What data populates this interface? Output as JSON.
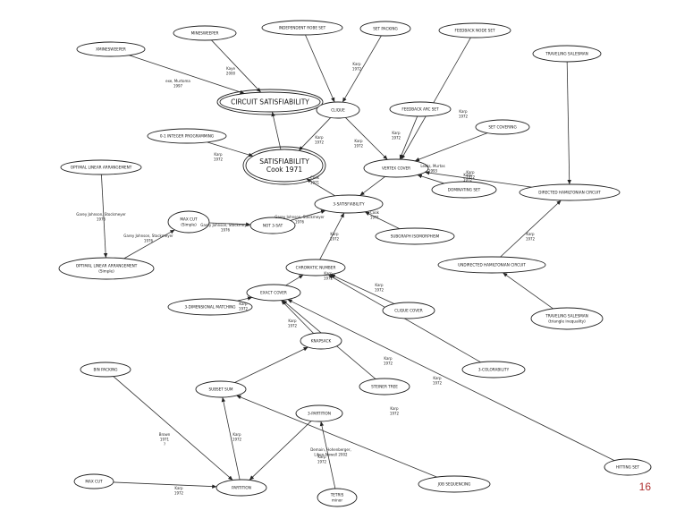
{
  "slide": {
    "number": "16"
  },
  "diagram": {
    "nodes": [
      {
        "id": "xmines",
        "label": "XMINESWEEPER"
      },
      {
        "id": "minesweeper",
        "label": "MINESWEEPER"
      },
      {
        "id": "indset",
        "label": "INDEPENDENT ROBE SET"
      },
      {
        "id": "setpacking",
        "label": "SET PACKING"
      },
      {
        "id": "feedbacknode",
        "label": "FEEDBACK NODE SET"
      },
      {
        "id": "travelling",
        "label": "TRAVELING SALESMAN"
      },
      {
        "id": "circuitsat",
        "label": "CIRCUIT SATISFIABILITY"
      },
      {
        "id": "clique",
        "label": "CLIQUE"
      },
      {
        "id": "feedbackarc",
        "label": "FEEDBACK ARC SET"
      },
      {
        "id": "setcovering",
        "label": "SET COVERING"
      },
      {
        "id": "ilp",
        "label": "0-1 INTEGER PROGRAMMING"
      },
      {
        "id": "sat",
        "label": "SATISFIABILITY",
        "sub": "Cook 1971"
      },
      {
        "id": "vertexcover",
        "label": "VERTEX COVER"
      },
      {
        "id": "optlin",
        "label": "OPTIMAL LINEAR ARRANGEMENT"
      },
      {
        "id": "dominating",
        "label": "DOMINATING SET"
      },
      {
        "id": "dirham",
        "label": "DIRECTED HAMILTONIAN CIRCUIT"
      },
      {
        "id": "3sat",
        "label": "3-SATISFIABILITY"
      },
      {
        "id": "maxcut",
        "label": "MAX CUT",
        "sub": "(Simple)"
      },
      {
        "id": "notsat",
        "label": "NOT 3-SAT"
      },
      {
        "id": "subgraph",
        "label": "SUBGRAPH ISOMORPHISM"
      },
      {
        "id": "optlinsimple",
        "label": "OPTIMAL LINEAR ARRANGEMENT",
        "sub": "(Simple)"
      },
      {
        "id": "undham",
        "label": "UNDIRECTED HAMILTONIAN CIRCUIT"
      },
      {
        "id": "chromatic",
        "label": "CHROMATIC NUMBER"
      },
      {
        "id": "exactcover",
        "label": "EXACT COVER"
      },
      {
        "id": "3dm",
        "label": "3-DIMENSIONAL MATCHING"
      },
      {
        "id": "cliquecover",
        "label": "CLIQUE COVER"
      },
      {
        "id": "tsp",
        "label": "TRAVELING SALESMAN",
        "sub": "(triangle inequality)"
      },
      {
        "id": "knapsack",
        "label": "KNAPSACK"
      },
      {
        "id": "3coloring",
        "label": "3-COLORABILITY"
      },
      {
        "id": "binpacking",
        "label": "BIN PACKING"
      },
      {
        "id": "steiner",
        "label": "STEINER TREE"
      },
      {
        "id": "subsetsum",
        "label": "SUBSET SUM"
      },
      {
        "id": "3partition",
        "label": "3-PARTITION"
      },
      {
        "id": "hittingset",
        "label": "HITTING SET"
      },
      {
        "id": "maxcut2",
        "label": "MAX CUT"
      },
      {
        "id": "partition",
        "label": "PARTITION"
      },
      {
        "id": "jobseq",
        "label": "JOB SEQUENCING"
      },
      {
        "id": "tetris",
        "label": "TETRIS",
        "sub": "minor"
      }
    ],
    "annotations": [
      {
        "id": "a1",
        "lines": [
          "Kaye",
          "2000"
        ]
      },
      {
        "id": "a2",
        "lines": [
          "exe, Murtoma",
          "1997"
        ]
      },
      {
        "id": "a3",
        "lines": [
          "Karp",
          "1972"
        ]
      },
      {
        "id": "a4",
        "lines": [
          "Karp",
          "1972"
        ]
      },
      {
        "id": "a5",
        "lines": [
          "Karp",
          "1972"
        ]
      },
      {
        "id": "a6",
        "lines": [
          "Karp",
          "1972"
        ]
      },
      {
        "id": "a7",
        "lines": [
          "Karp",
          "1972"
        ]
      },
      {
        "id": "a8",
        "lines": [
          "Karp",
          "1972"
        ]
      },
      {
        "id": "a9",
        "lines": [
          "Karp",
          "1972"
        ]
      },
      {
        "id": "a10",
        "lines": [
          "Lewis, Murtas",
          "1993"
        ]
      },
      {
        "id": "a11",
        "lines": [
          "Karp",
          "1972"
        ]
      },
      {
        "id": "a12",
        "lines": [
          "Cook",
          "1971"
        ]
      },
      {
        "id": "a13",
        "lines": [
          "Garey Johnson, Stockmeyer",
          "1976"
        ]
      },
      {
        "id": "a14",
        "lines": [
          "Garey Johnson, Stockmeyer",
          "1976"
        ]
      },
      {
        "id": "a15",
        "lines": [
          "Garey Johnson, Stockmeyer",
          "1976"
        ]
      },
      {
        "id": "a16",
        "lines": [
          "Garey Johnson, Stockmeyer",
          "1976"
        ]
      },
      {
        "id": "a17",
        "lines": [
          "Cook",
          "1971"
        ]
      },
      {
        "id": "a18",
        "lines": [
          "Karp",
          "1972"
        ]
      },
      {
        "id": "a19",
        "lines": [
          "Karp",
          "1972"
        ]
      },
      {
        "id": "a20",
        "lines": [
          "Karp",
          "1972"
        ]
      },
      {
        "id": "a21",
        "lines": [
          "Karp",
          "1972"
        ]
      },
      {
        "id": "a22",
        "lines": [
          "Karp",
          "1972"
        ]
      },
      {
        "id": "a23",
        "lines": [
          "Karp",
          "1972"
        ]
      },
      {
        "id": "a24",
        "lines": [
          "Karp",
          "1972"
        ]
      },
      {
        "id": "a25",
        "lines": [
          "Karp",
          "1972"
        ]
      },
      {
        "id": "a26",
        "lines": [
          "Karp",
          "1972"
        ]
      },
      {
        "id": "a27",
        "lines": [
          "Karp",
          "1972"
        ]
      },
      {
        "id": "a28",
        "lines": [
          "Karp",
          "1972"
        ]
      },
      {
        "id": "a29",
        "lines": [
          "Brown",
          "1971",
          "?"
        ]
      },
      {
        "id": "a30",
        "lines": [
          "Karp",
          "1972"
        ]
      },
      {
        "id": "a31",
        "lines": [
          "Demain, Hohenberger,",
          "Liben-Nowell 2002"
        ]
      }
    ],
    "edges": [
      {
        "from": "xmines",
        "to": "circuitsat"
      },
      {
        "from": "minesweeper",
        "to": "circuitsat"
      },
      {
        "from": "indset",
        "to": "clique"
      },
      {
        "from": "setpacking",
        "to": "clique"
      },
      {
        "from": "clique",
        "to": "sat"
      },
      {
        "from": "feedbacknode",
        "to": "vertexcover"
      },
      {
        "from": "feedbackarc",
        "to": "vertexcover"
      },
      {
        "from": "setcovering",
        "to": "vertexcover"
      },
      {
        "from": "clique",
        "to": "vertexcover"
      },
      {
        "from": "ilp",
        "to": "sat"
      },
      {
        "from": "sat",
        "to": "circuitsat"
      },
      {
        "from": "travelling",
        "to": "dirham"
      },
      {
        "from": "dominating",
        "to": "vertexcover"
      },
      {
        "from": "dirham",
        "to": "vertexcover"
      },
      {
        "from": "vertexcover",
        "to": "3sat"
      },
      {
        "from": "3sat",
        "to": "sat"
      },
      {
        "from": "optlin",
        "to": "optlinsimple"
      },
      {
        "from": "optlinsimple",
        "to": "maxcut"
      },
      {
        "from": "maxcut",
        "to": "notsat"
      },
      {
        "from": "notsat",
        "to": "3sat"
      },
      {
        "from": "subgraph",
        "to": "3sat"
      },
      {
        "from": "undham",
        "to": "dirham"
      },
      {
        "from": "tsp",
        "to": "undham"
      },
      {
        "from": "chromatic",
        "to": "3sat"
      },
      {
        "from": "exactcover",
        "to": "chromatic"
      },
      {
        "from": "3dm",
        "to": "exactcover"
      },
      {
        "from": "cliquecover",
        "to": "chromatic"
      },
      {
        "from": "3coloring",
        "to": "chromatic"
      },
      {
        "from": "knapsack",
        "to": "exactcover"
      },
      {
        "from": "steiner",
        "to": "exactcover"
      },
      {
        "from": "hittingset",
        "to": "exactcover"
      },
      {
        "from": "subsetsum",
        "to": "knapsack"
      },
      {
        "from": "binpacking",
        "to": "partition"
      },
      {
        "from": "partition",
        "to": "subsetsum"
      },
      {
        "from": "jobseq",
        "to": "subsetsum"
      },
      {
        "from": "maxcut2",
        "to": "partition"
      },
      {
        "from": "3partition",
        "to": "partition"
      },
      {
        "from": "tetris",
        "to": "3partition"
      }
    ]
  }
}
